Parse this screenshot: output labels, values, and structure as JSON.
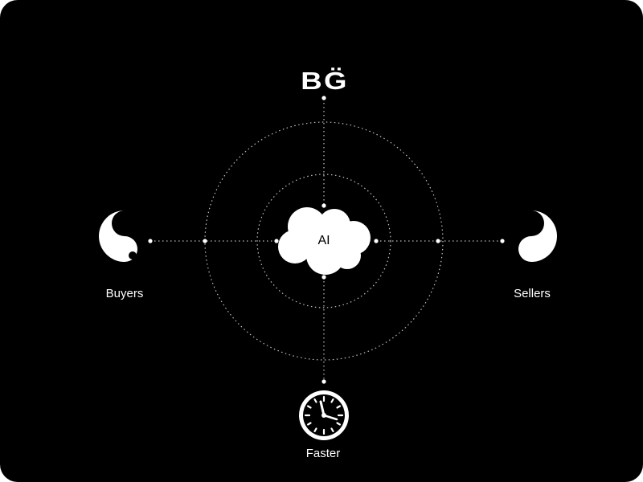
{
  "diagram": {
    "brand_logo": "BG̈",
    "center_label": "AI",
    "left_label": "Buyers",
    "right_label": "Sellers",
    "bottom_label": "Faster"
  },
  "colors": {
    "background": "#000000",
    "foreground": "#ffffff",
    "connector": "#bfbfbf"
  },
  "icons": {
    "center": "cloud-icon",
    "left": "yin-yang-half-icon",
    "right": "yin-yang-half-icon",
    "bottom": "clock-icon"
  }
}
